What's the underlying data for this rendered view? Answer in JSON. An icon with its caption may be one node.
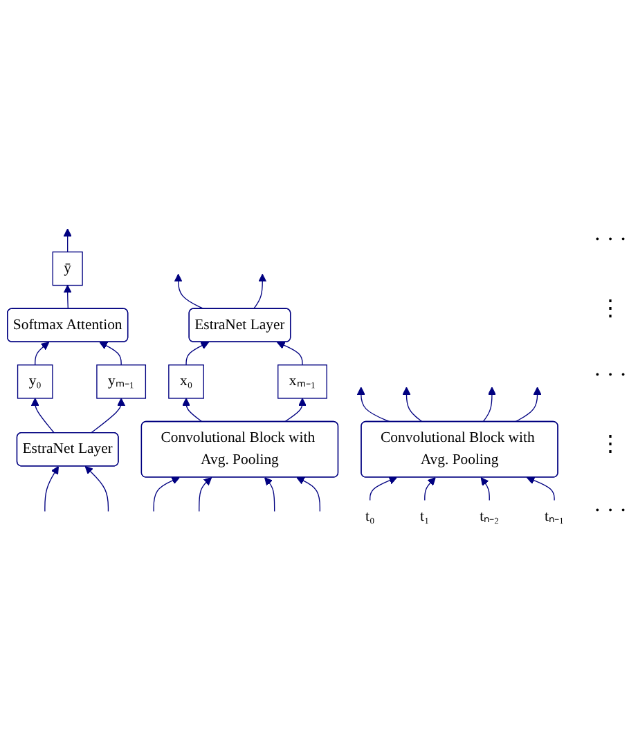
{
  "diagram": {
    "nodes": [
      {
        "text": [
          "ȳ"
        ]
      },
      {
        "text": [
          "Softmax Attention"
        ]
      },
      {
        "text": [
          "y₀"
        ]
      },
      {
        "text": [
          "yₘ₋₁"
        ]
      },
      {
        "text": [
          "EstraNet Layer"
        ]
      },
      {
        "text": [
          "EstraNet Layer"
        ]
      },
      {
        "text": [
          "x₀"
        ]
      },
      {
        "text": [
          "xₘ₋₁"
        ]
      },
      {
        "text": [
          "Convolutional Block with Avg. Pooling"
        ]
      },
      {
        "text": [
          "Convolutional Block with Avg. Pooling"
        ]
      },
      {
        "text": [
          "t₀"
        ]
      },
      {
        "text": [
          "t₁"
        ]
      },
      {
        "text": [
          "tₙ₋₂"
        ]
      },
      {
        "text": [
          "tₙ₋₁"
        ]
      }
    ],
    "edges": [
      {
        "from": 0,
        "to": null,
        "arrow": "to"
      },
      {
        "from": 1,
        "to": 0,
        "arrow": "to"
      },
      {
        "from": 2,
        "to": 1,
        "arrow": "to"
      },
      {
        "from": 3,
        "to": 1,
        "arrow": "to"
      },
      {
        "from": 4,
        "to": 2,
        "arrow": "to"
      },
      {
        "from": 4,
        "to": 3,
        "arrow": "to"
      },
      {
        "from": null,
        "to": 4,
        "arrow": "to"
      },
      {
        "from": null,
        "to": 4,
        "arrow": "to"
      },
      {
        "from": 5,
        "to": null,
        "arrow": "to"
      },
      {
        "from": 5,
        "to": null,
        "arrow": "to"
      },
      {
        "from": 6,
        "to": 5,
        "arrow": "to"
      },
      {
        "from": 7,
        "to": 5,
        "arrow": "to"
      },
      {
        "from": 8,
        "to": 6,
        "arrow": "to"
      },
      {
        "from": 8,
        "to": 7,
        "arrow": "to"
      },
      {
        "from": null,
        "to": 8,
        "arrow": "to"
      },
      {
        "from": null,
        "to": 8,
        "arrow": "to"
      },
      {
        "from": null,
        "to": 8,
        "arrow": "to"
      },
      {
        "from": null,
        "to": 8,
        "arrow": "to"
      },
      {
        "from": 9,
        "to": null,
        "arrow": "to"
      },
      {
        "from": 9,
        "to": null,
        "arrow": "to"
      },
      {
        "from": 9,
        "to": null,
        "arrow": "to"
      },
      {
        "from": 9,
        "to": null,
        "arrow": "to"
      },
      {
        "from": 10,
        "to": 9,
        "arrow": "to"
      },
      {
        "from": 11,
        "to": 9,
        "arrow": "to"
      },
      {
        "from": 12,
        "to": 9,
        "arrow": "to"
      },
      {
        "from": 13,
        "to": 9,
        "arrow": "to"
      }
    ],
    "labels": [
      "· · ·",
      "⋮",
      "· · ·",
      "⋮",
      "· · ·"
    ]
  }
}
